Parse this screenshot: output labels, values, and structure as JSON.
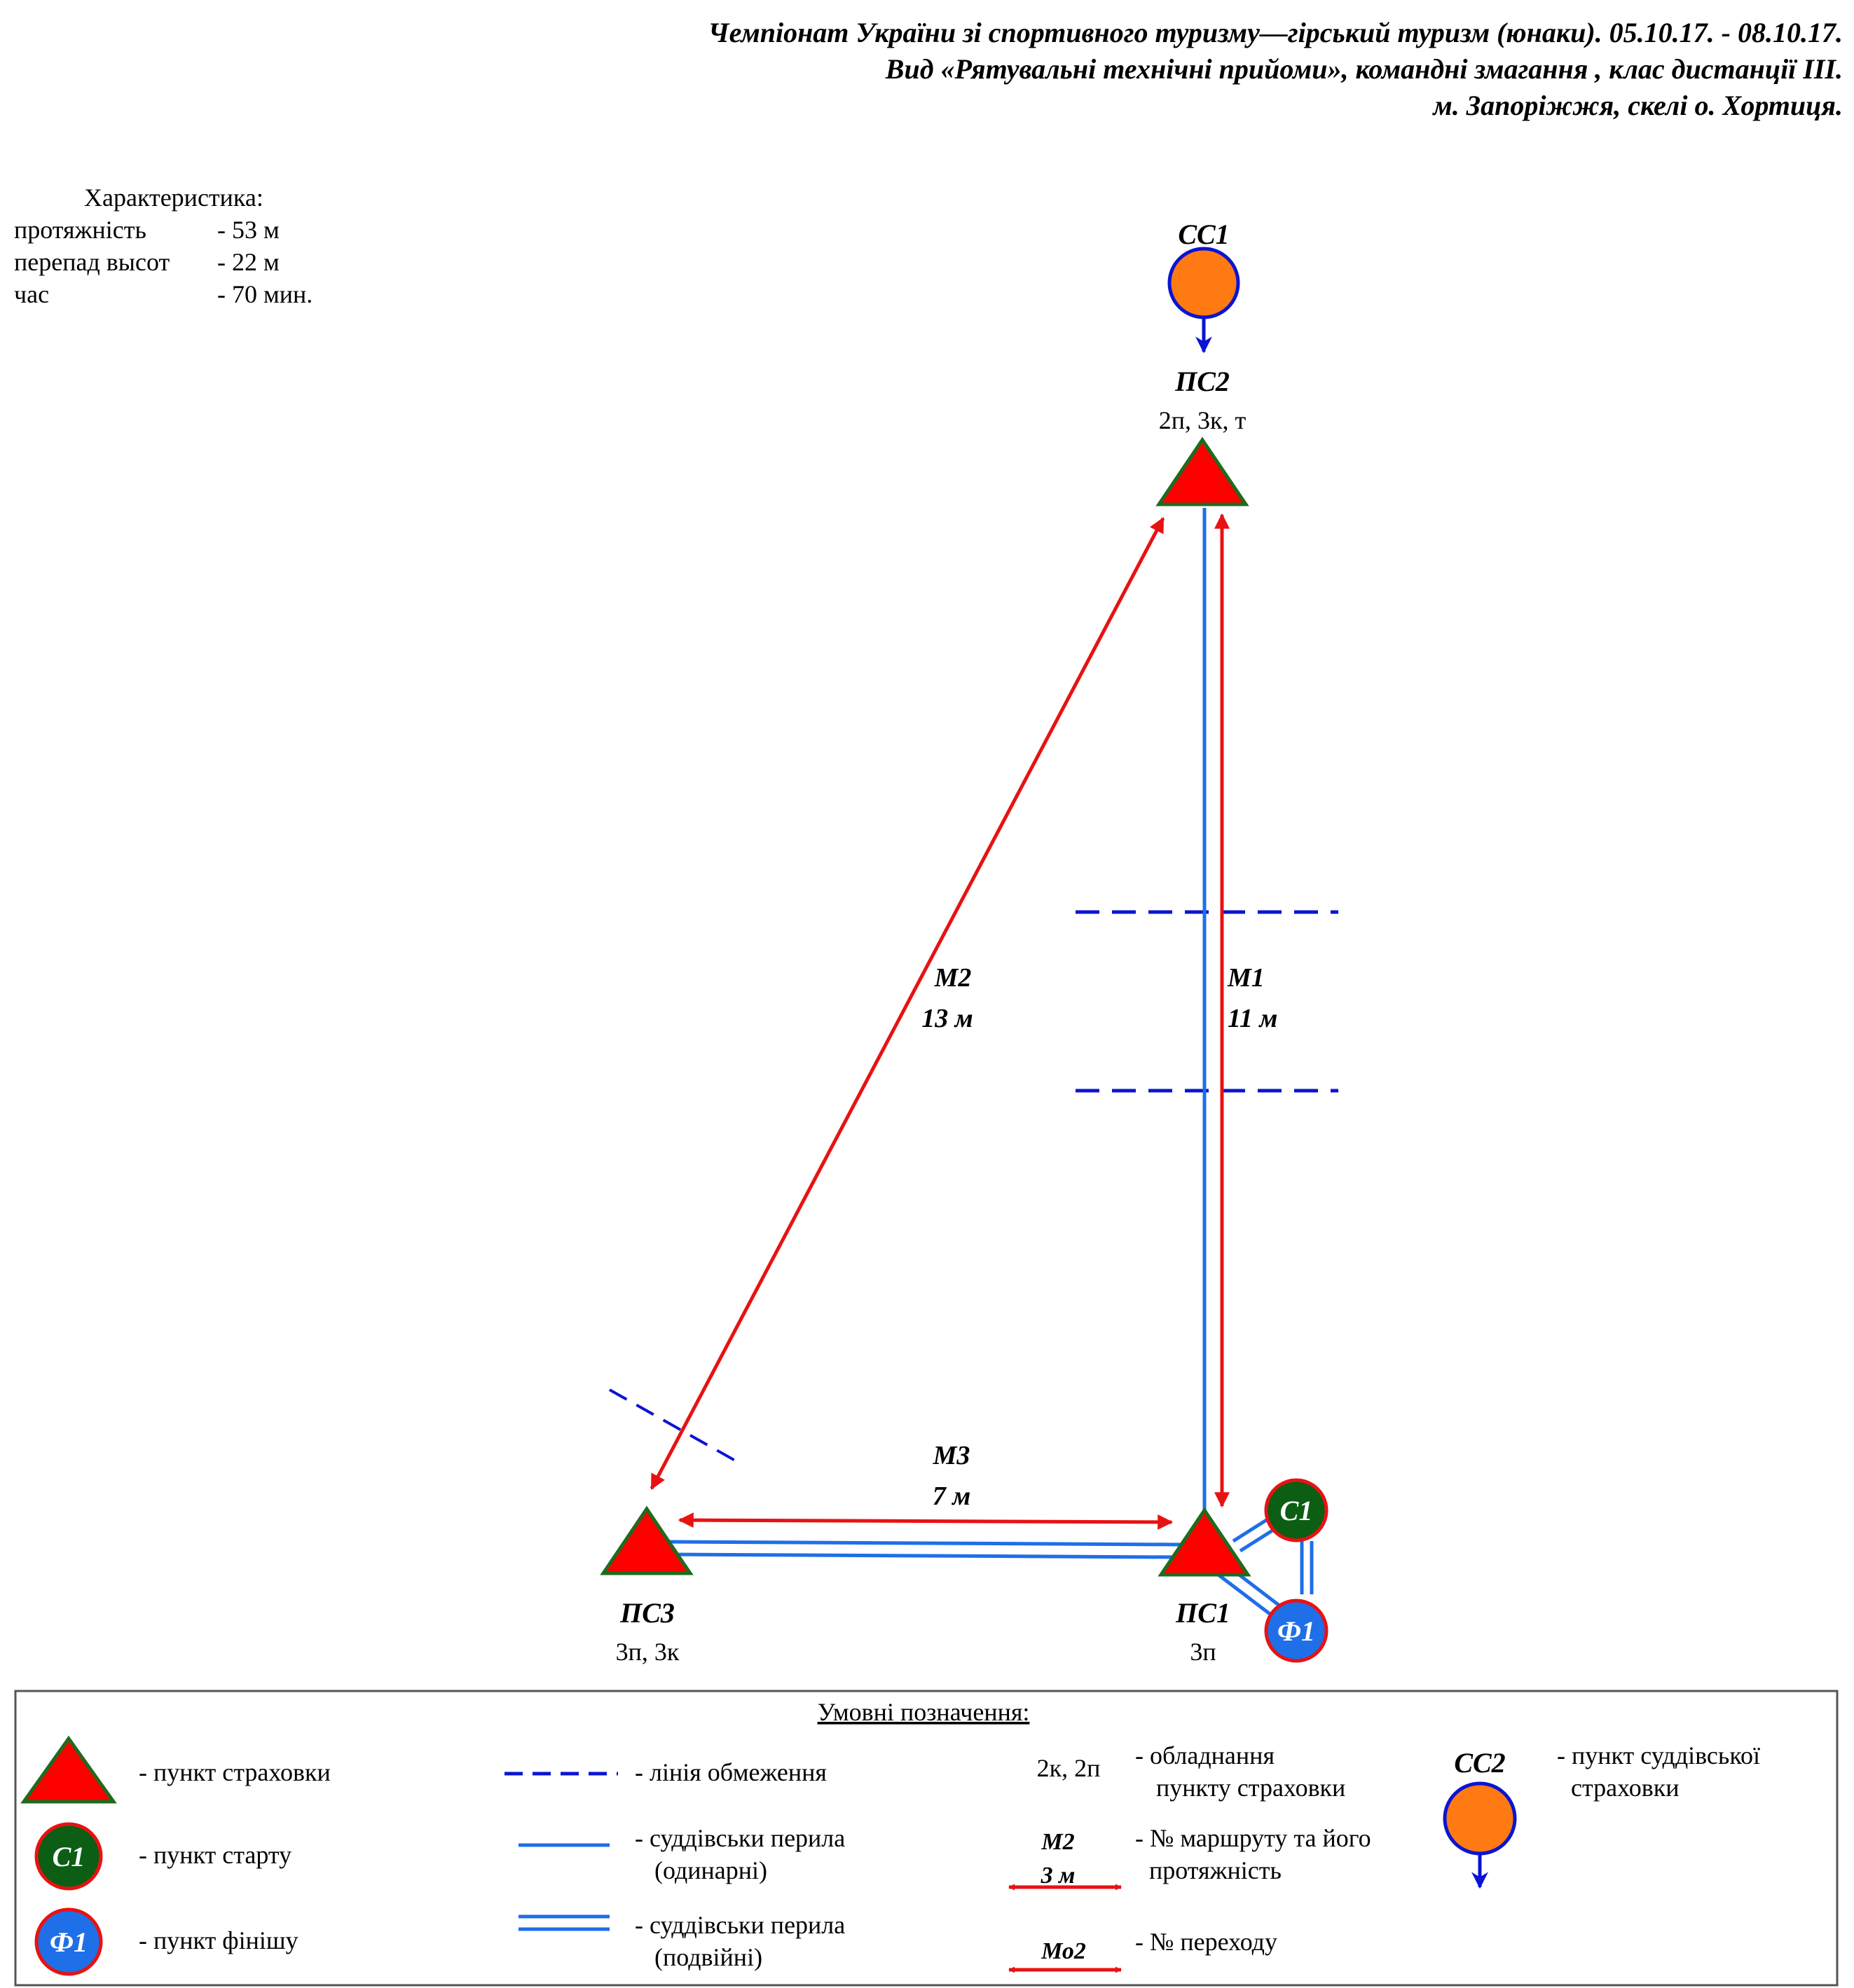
{
  "header": {
    "line1": "Чемпіонат України зі спортивного туризму—гірський туризм (юнаки). 05.10.17. - 08.10.17.",
    "line2": "Вид «Рятувальні технічні прийоми», командні змагання , клас дистанції III.",
    "line3": "м. Запоріжжя, скелі о. Хортиця."
  },
  "characteristics": {
    "title": "Характеристика:",
    "rows": [
      {
        "label": "протяжність",
        "value": "- 53 м"
      },
      {
        "label": "перепад высот",
        "value": "- 22 м"
      },
      {
        "label": "час",
        "value": "- 70 мин."
      }
    ]
  },
  "nodes": {
    "cc1": {
      "label": "СС1"
    },
    "ps2": {
      "label": "ПС2",
      "equip": "2п, 3к, т"
    },
    "ps1": {
      "label": "ПС1",
      "equip": "3п"
    },
    "ps3": {
      "label": "ПС3",
      "equip": "3п, 3к"
    },
    "c1": {
      "label": "С1"
    },
    "f1": {
      "label": "Ф1"
    }
  },
  "segments": {
    "m1": {
      "name": "М1",
      "length": "11 м"
    },
    "m2": {
      "name": "М2",
      "length": "13 м"
    },
    "m3": {
      "name": "М3",
      "length": "7 м"
    }
  },
  "legend": {
    "title": "Умовні позначення:",
    "belay_point": "- пункт страховки",
    "start_symbol": "С1",
    "start_point": "- пункт старту",
    "finish_symbol": "Ф1",
    "finish_point": "- пункт фінішу",
    "limit_line": "- лінія обмеження",
    "single_rail_1": "- суддівськи перила",
    "single_rail_2": "(одинарні)",
    "double_rail_1": "- суддівськи перила",
    "double_rail_2": "(подвійні)",
    "equip_example": "2к, 2п",
    "equip_1": "- обладнання",
    "equip_2": "пункту страховки",
    "route_example_name": "М2",
    "route_example_len": "3 м",
    "route_1": "- № маршруту та його",
    "route_2": "протяжність",
    "transition_example": "Мо2",
    "transition": "- № переходу",
    "judge_symbol": "СС2",
    "judge_1": "- пункт суддівської",
    "judge_2": "страховки"
  },
  "colors": {
    "triangle_fill": "#ff0000",
    "triangle_stroke": "#1e6b1e",
    "rail": "#1e6fe8",
    "route_arrow": "#e81212",
    "limit_line": "#0a14d2",
    "judge_circle": "#ff7a12",
    "judge_arrow": "#0a14d2",
    "start_circle": "#0b5e14",
    "finish_circle": "#1e6fe8",
    "circle_stroke": "#e81212"
  }
}
